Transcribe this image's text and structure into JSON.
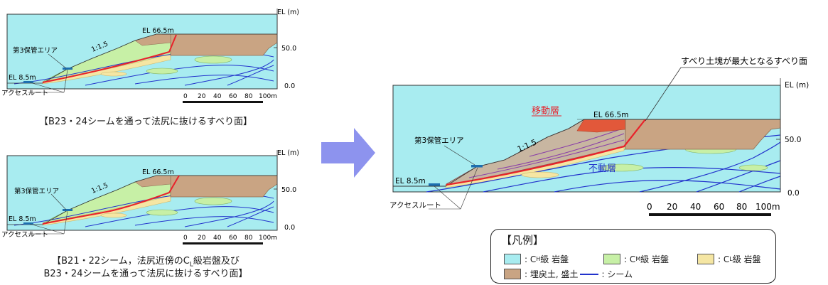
{
  "colors": {
    "ch_rock": "#a8ecf0",
    "cm_rock": "#c7f0a6",
    "cl_rock": "#f5e6a3",
    "fill_soil": "#c9a483",
    "seam": "#2233cc",
    "slip_surface": "#e8232b",
    "arrow": "#8d93ee",
    "moving_layer": "#e2583a"
  },
  "panel1": {
    "elevation_top": "EL 66.5m",
    "elevation_bottom": "EL 8.5m",
    "storage_area": "第3保管エリア",
    "slope": "1:1.5",
    "access_route": "アクセスルート",
    "axis_unit": "EL (m)",
    "axis_50": "50.0",
    "axis_0": "0.0",
    "scale": [
      "0",
      "20",
      "40",
      "60",
      "80",
      "100m"
    ],
    "caption": "【B23・24シームを通って法尻に抜けるすべり面】"
  },
  "panel2": {
    "elevation_top": "EL 66.5m",
    "elevation_bottom": "EL 8.5m",
    "storage_area": "第3保管エリア",
    "slope": "1:1.5",
    "access_route": "アクセスルート",
    "axis_unit": "EL (m)",
    "axis_50": "50.0",
    "axis_0": "0.0",
    "scale": [
      "0",
      "20",
      "40",
      "60",
      "80",
      "100m"
    ],
    "caption_line1": "【B21・22シーム，法尻近傍のC",
    "caption_sub": "L",
    "caption_line1_end": "級岩盤及び",
    "caption_line2": "B23・24シームを通って法尻に抜けるすべり面】"
  },
  "panel3": {
    "callout": "すべり土塊が最大となるすべり面",
    "moving_layer": "移動層",
    "fixed_layer": "不動層",
    "elevation_top": "EL 66.5m",
    "elevation_bottom": "EL 8.5m",
    "storage_area": "第3保管エリア",
    "slope": "1:1.5",
    "access_route": "アクセスルート",
    "axis_unit": "EL (m)",
    "axis_50": "50.0",
    "axis_0": "0.0",
    "scale": [
      "0",
      "20",
      "40",
      "60",
      "80",
      "100m"
    ]
  },
  "legend": {
    "title": "【凡例】",
    "ch": ": C",
    "ch_sub": "H",
    "ch_end": "級 岩盤",
    "cm": ": C",
    "cm_sub": "M",
    "cm_end": "級 岩盤",
    "cl": ": C",
    "cl_sub": "L",
    "cl_end": "級 岩盤",
    "fill": ": 埋戻土, 盛土",
    "seam": ": シーム"
  }
}
